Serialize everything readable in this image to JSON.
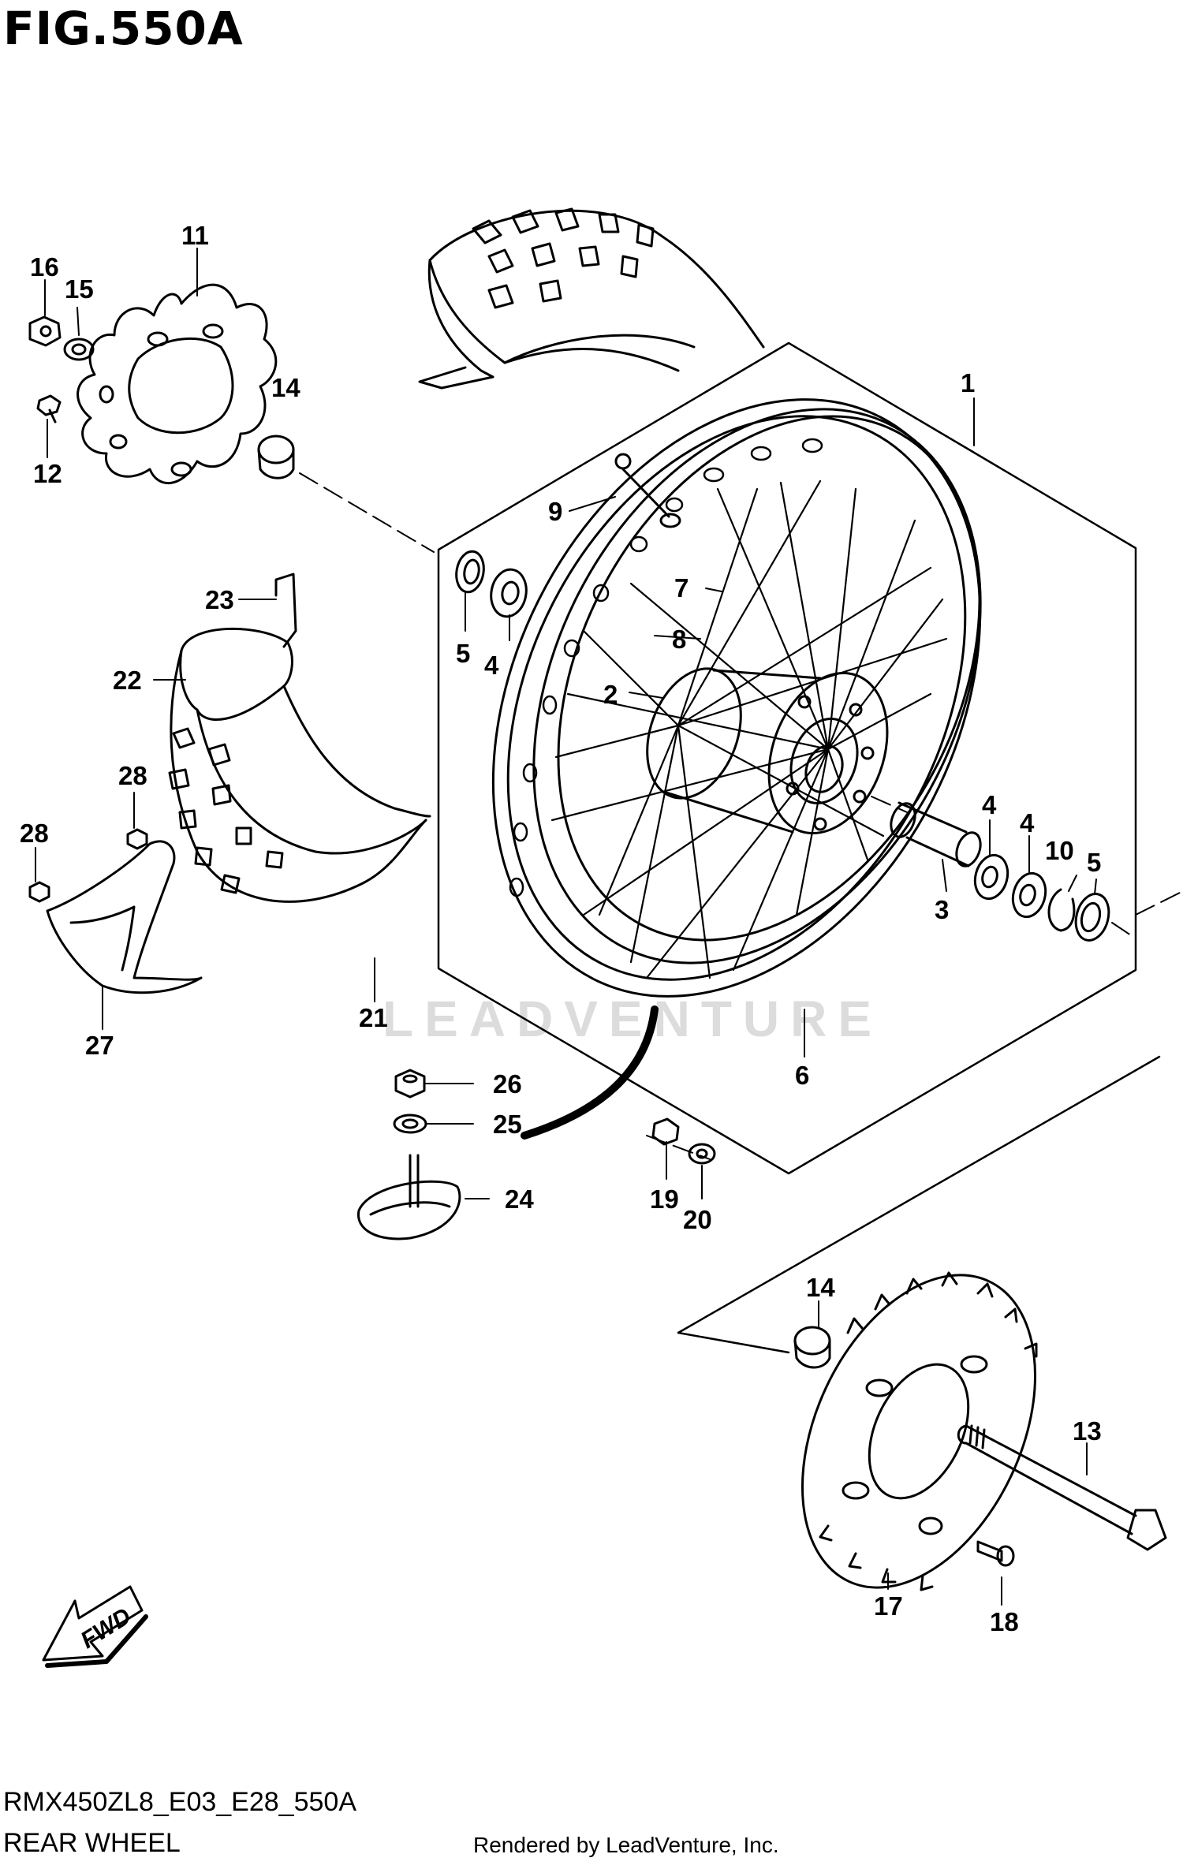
{
  "figure": {
    "title": "FIG.550A",
    "model_code": "RMX450ZL8_E03_E28_550A",
    "section_name": "REAR WHEEL",
    "credit": "Rendered by LeadVenture, Inc.",
    "watermark": "LEADVENTURE"
  },
  "direction_arrow": {
    "label": "FWD"
  },
  "callouts": [
    {
      "id": "c1",
      "label": "1"
    },
    {
      "id": "c2",
      "label": "2"
    },
    {
      "id": "c3",
      "label": "3"
    },
    {
      "id": "c4a",
      "label": "4"
    },
    {
      "id": "c4b",
      "label": "4"
    },
    {
      "id": "c4c",
      "label": "4"
    },
    {
      "id": "c5a",
      "label": "5"
    },
    {
      "id": "c5b",
      "label": "5"
    },
    {
      "id": "c6",
      "label": "6"
    },
    {
      "id": "c7",
      "label": "7"
    },
    {
      "id": "c8",
      "label": "8"
    },
    {
      "id": "c9",
      "label": "9"
    },
    {
      "id": "c10",
      "label": "10"
    },
    {
      "id": "c11",
      "label": "11"
    },
    {
      "id": "c12",
      "label": "12"
    },
    {
      "id": "c13",
      "label": "13"
    },
    {
      "id": "c14a",
      "label": "14"
    },
    {
      "id": "c14b",
      "label": "14"
    },
    {
      "id": "c15",
      "label": "15"
    },
    {
      "id": "c16",
      "label": "16"
    },
    {
      "id": "c17",
      "label": "17"
    },
    {
      "id": "c18",
      "label": "18"
    },
    {
      "id": "c19",
      "label": "19"
    },
    {
      "id": "c20",
      "label": "20"
    },
    {
      "id": "c21",
      "label": "21"
    },
    {
      "id": "c22",
      "label": "22"
    },
    {
      "id": "c23",
      "label": "23"
    },
    {
      "id": "c24",
      "label": "24"
    },
    {
      "id": "c25",
      "label": "25"
    },
    {
      "id": "c26",
      "label": "26"
    },
    {
      "id": "c27",
      "label": "27"
    },
    {
      "id": "c28a",
      "label": "28"
    },
    {
      "id": "c28b",
      "label": "28"
    }
  ],
  "colors": {
    "line": "#000000",
    "background": "#ffffff",
    "watermark": "#dcdcdc"
  }
}
